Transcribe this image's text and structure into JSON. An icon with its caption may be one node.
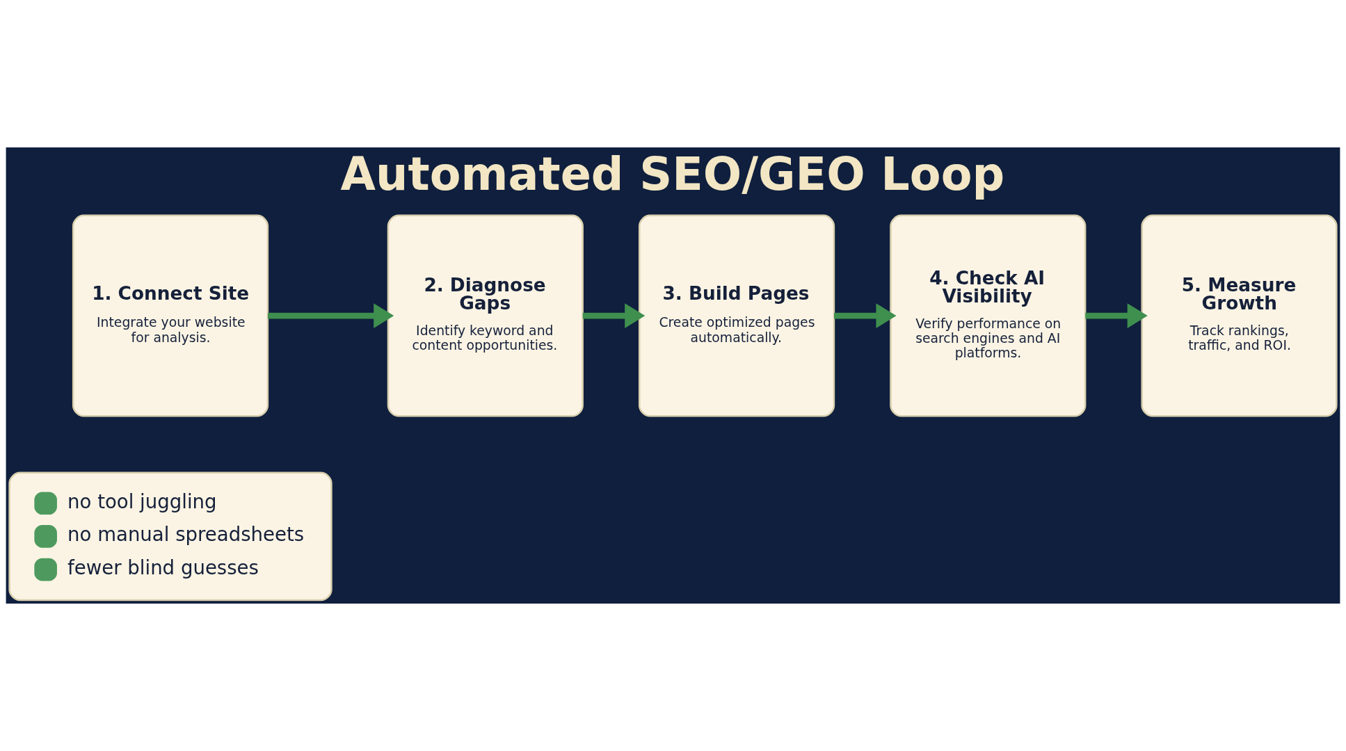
{
  "diagram": {
    "title": "Automated SEO/GEO Loop",
    "nodes": [
      {
        "text": [
          "1. Connect Site",
          "Integrate your website for analysis."
        ]
      },
      {
        "text": [
          "2. Diagnose Gaps",
          "Identify keyword and content opportunities."
        ]
      },
      {
        "text": [
          "3. Build Pages",
          "Create optimized pages automatically."
        ]
      },
      {
        "text": [
          "4. Check AI Visibility",
          "Verify performance on search engines and AI platforms."
        ]
      },
      {
        "text": [
          "5. Measure Growth",
          "Track rankings, traffic, and ROI."
        ]
      },
      {
        "text": [
          "no tool juggling",
          "no manual spreadsheets",
          "fewer blind guesses"
        ]
      }
    ],
    "edges": [
      {
        "from": 0,
        "to": 1,
        "arrow": "to"
      },
      {
        "from": 1,
        "to": 2,
        "arrow": "to"
      },
      {
        "from": 2,
        "to": 3,
        "arrow": "to"
      },
      {
        "from": 3,
        "to": 4,
        "arrow": "to"
      }
    ]
  }
}
